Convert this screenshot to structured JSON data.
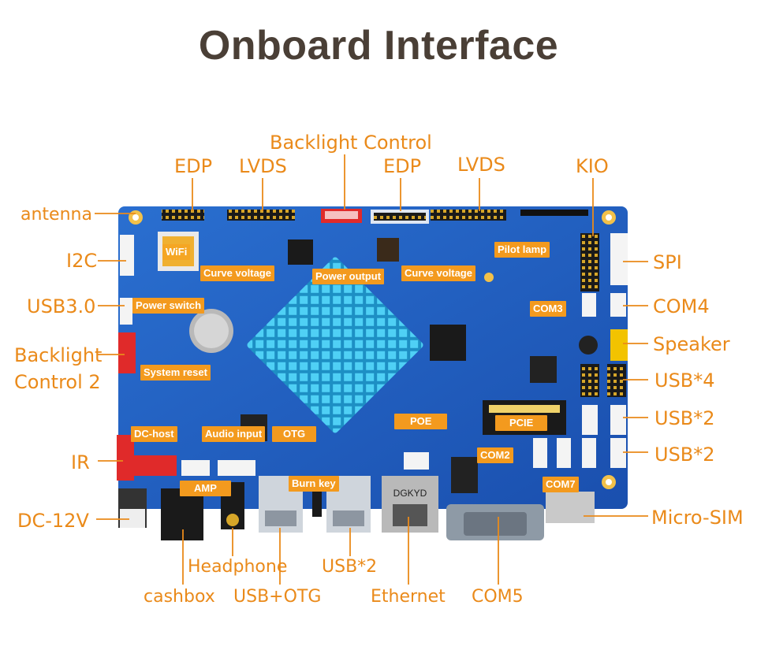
{
  "title": "Onboard Interface",
  "external_labels": {
    "backlight_control": "Backlight Control",
    "edp_1": "EDP",
    "lvds_1": "LVDS",
    "edp_2": "EDP",
    "lvds_2": "LVDS",
    "kio": "KIO",
    "antenna": "antenna",
    "i2c": "I2C",
    "usb30": "USB3.0",
    "backlight_control_2_line1": "Backlight",
    "backlight_control_2_line2": "Control 2",
    "ir": "IR",
    "dc_12v": "DC-12V",
    "spi": "SPI",
    "com4": "COM4",
    "speaker": "Speaker",
    "usb4": "USB*4",
    "usb2_a": "USB*2",
    "usb2_b": "USB*2",
    "micro_sim": "Micro-SIM",
    "headphone": "Headphone",
    "usb2_c": "USB*2",
    "cashbox": "cashbox",
    "usb_otg": "USB+OTG",
    "ethernet": "Ethernet",
    "com5": "COM5"
  },
  "board_tags": {
    "wifi": "WiFi",
    "curve_voltage_1": "Curve voltage",
    "power_output": "Power output",
    "curve_voltage_2": "Curve voltage",
    "pilot_lamp": "Pilot lamp",
    "power_switch": "Power switch",
    "com3": "COM3",
    "system_reset": "System reset",
    "poe": "POE",
    "pcie": "PCIE",
    "dc_host": "DC-host",
    "audio_input": "Audio input",
    "otg": "OTG",
    "com2": "COM2",
    "amp": "AMP",
    "burn_key": "Burn key",
    "com7": "COM7"
  },
  "colors": {
    "title": "#4a3f36",
    "label": "#ea8a1a",
    "tag": "#f39a1e",
    "board": "#1f5fc2",
    "heatsink": "#29b8e8"
  }
}
